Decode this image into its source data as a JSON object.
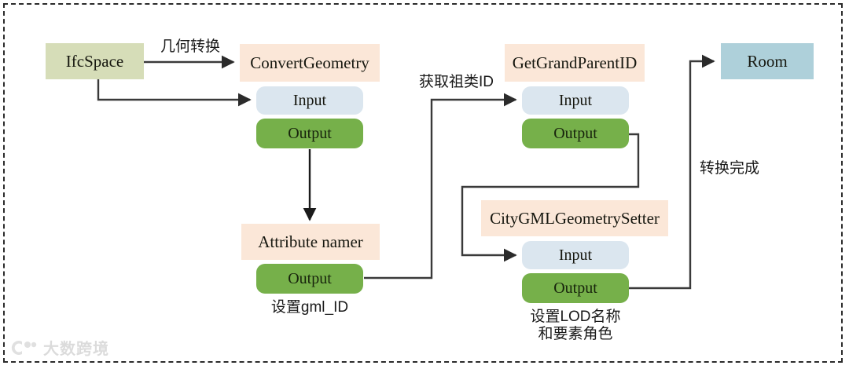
{
  "diagram": {
    "title_nodes": {
      "source": {
        "label": "IfcSpace"
      },
      "convert_geometry": {
        "label": "ConvertGeometry"
      },
      "get_grandparent": {
        "label": "GetGrandParentID"
      },
      "attribute_namer": {
        "label": "Attribute namer"
      },
      "citygml_setter": {
        "label": "CityGMLGeometrySetter"
      },
      "target": {
        "label": "Room"
      }
    },
    "ports": {
      "input": "Input",
      "output": "Output"
    },
    "edge_labels": {
      "geometry_transform": "几何转换",
      "get_ancestor_id": "获取祖类ID",
      "transform_done": "转换完成"
    },
    "captions": {
      "set_gml_id": "设置gml_ID",
      "set_lod_line1": "设置LOD名称",
      "set_lod_line2": "和要素角色"
    },
    "colors": {
      "header_fill": "#fbe7d8",
      "source_fill": "#d6ddb8",
      "target_fill": "#aed0da",
      "input_fill": "#dbe6ef",
      "output_fill": "#76b04a",
      "wire": "#3a3a3a",
      "frame": "#2b2b2b"
    },
    "watermark": {
      "text": "大数跨境"
    }
  }
}
